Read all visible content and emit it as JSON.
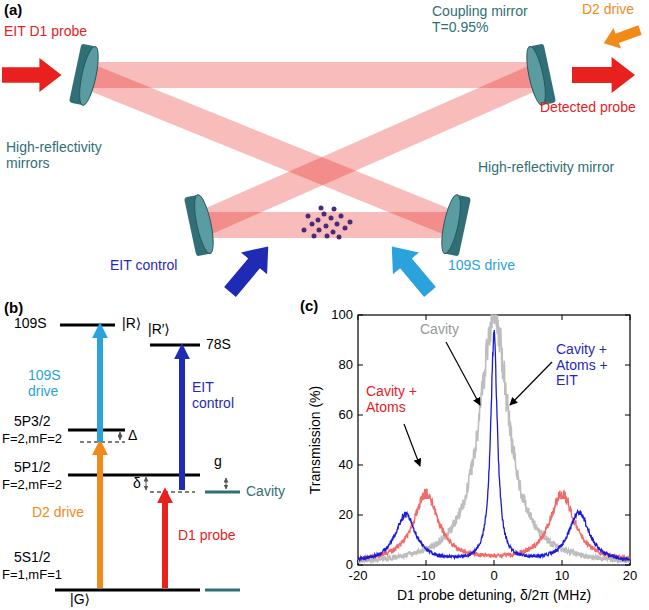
{
  "diagram": {
    "labels": [
      "(a)",
      "EIT D1 probe",
      "Coupling mirror T=0.95%",
      "D2 drive",
      "Detected probe",
      "High-reflectivity mirrors",
      "High-reflectivity mirror",
      "EIT control",
      "109S drive",
      "(b)",
      "109S",
      "|R⟩",
      "|R′⟩",
      "78S",
      "109S drive",
      "EIT control",
      "5P3/2",
      "F=2,mF=2",
      "Δ",
      "5P1/2",
      "F=2,mF=2",
      "g",
      "δ",
      "Cavity",
      "D2 drive",
      "D1 probe",
      "5S1/2",
      "F=1,mF=1",
      "|G⟩",
      "(c)",
      "100",
      "80",
      "60",
      "40",
      "20",
      "0",
      "Transmission (%)",
      "-20",
      "-10",
      "0",
      "10",
      "20",
      "D1 probe detuning, δ/2π (MHz)",
      "Cavity",
      "Cavity + Atoms",
      "Cavity + Atoms + EIT"
    ]
  }
}
